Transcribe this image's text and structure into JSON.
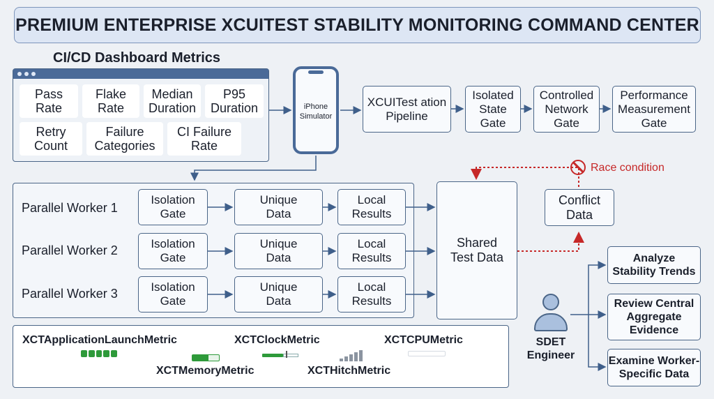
{
  "title": "PREMIUM ENTERPRISE XCUITEST STABILITY MONITORING COMMAND CENTER",
  "dashboard": {
    "title": "CI/CD Dashboard Metrics",
    "metrics": [
      "Pass\nRate",
      "Flake\nRate",
      "Median\nDuration",
      "P95\nDuration",
      "Retry\nCount",
      "Failure\nCategories",
      "CI Failure\nRate"
    ]
  },
  "simulator_label": "iPhone\nSimulator",
  "pipeline": [
    "XCUITest ation\nPipeline",
    "Isolated\nState\nGate",
    "Controlled\nNetwork\nGate",
    "Performance\nMeasurement\nGate"
  ],
  "workers": [
    {
      "label": "Parallel Worker 1",
      "steps": [
        "Isolation\nGate",
        "Unique\nData",
        "Local\nResults"
      ]
    },
    {
      "label": "Parallel Worker 2",
      "steps": [
        "Isolation\nGate",
        "Unique\nData",
        "Local\nResults"
      ]
    },
    {
      "label": "Parallel Worker 3",
      "steps": [
        "Isolation\nGate",
        "Unique\nData",
        "Local\nResults"
      ]
    }
  ],
  "shared_data": "Shared\nTest Data",
  "conflict_data": "Conflict\nData",
  "race_condition": "Race condition",
  "engineer": "SDET\nEngineer",
  "actions": [
    "Analyze\nStability Trends",
    "Review Central\nAggregate\nEvidence",
    "Examine Worker-\nSpecific Data"
  ],
  "xct_metrics": {
    "launch": "XCTApplicationLaunchMetric",
    "clock": "XCTClockMetric",
    "cpu": "XCTCPUMetric",
    "memory": "XCTMemoryMetric",
    "hitch": "XCTHitchMetric"
  },
  "colors": {
    "border": "#4a6587",
    "arrow": "#3f5f8a",
    "race": "#c62828",
    "gauge": "#2e9a3a"
  }
}
